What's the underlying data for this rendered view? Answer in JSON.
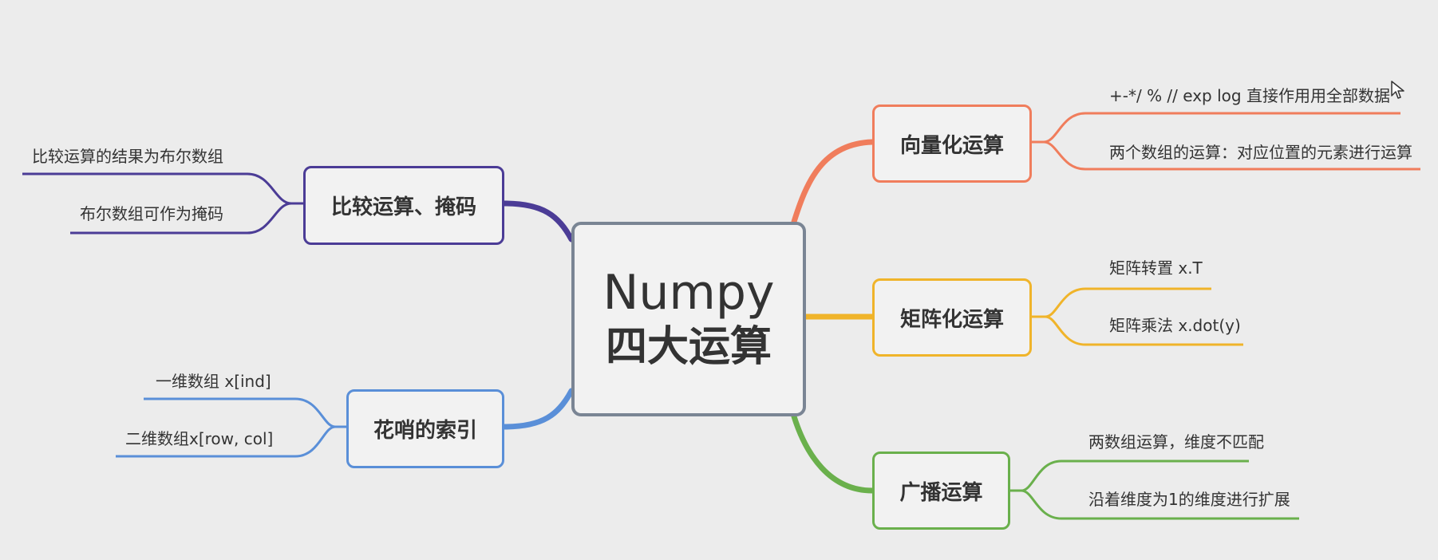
{
  "center": {
    "title": "Numpy",
    "subtitle": "四大运算"
  },
  "branches": {
    "vector": {
      "label": "向量化运算",
      "color": "#f07d5c",
      "leaves": [
        "+-*/  % // exp log   直接作用用全部数据",
        "两个数组的运算：对应位置的元素进行运算"
      ]
    },
    "matrix": {
      "label": "矩阵化运算",
      "color": "#f0b42a",
      "leaves": [
        "矩阵转置 x.T",
        "矩阵乘法 x.dot(y)"
      ]
    },
    "broadcast": {
      "label": "广播运算",
      "color": "#6ab04c",
      "leaves": [
        "两数组运算，维度不匹配",
        "沿着维度为1的维度进行扩展"
      ]
    },
    "compare": {
      "label": "比较运算、掩码",
      "color": "#4b3c96",
      "leaves": [
        "比较运算的结果为布尔数组",
        "布尔数组可作为掩码"
      ]
    },
    "fancy": {
      "label": "花哨的索引",
      "color": "#5a8fd8",
      "leaves": [
        "一维数组 x[ind]",
        "二维数组x[row, col]"
      ]
    }
  }
}
